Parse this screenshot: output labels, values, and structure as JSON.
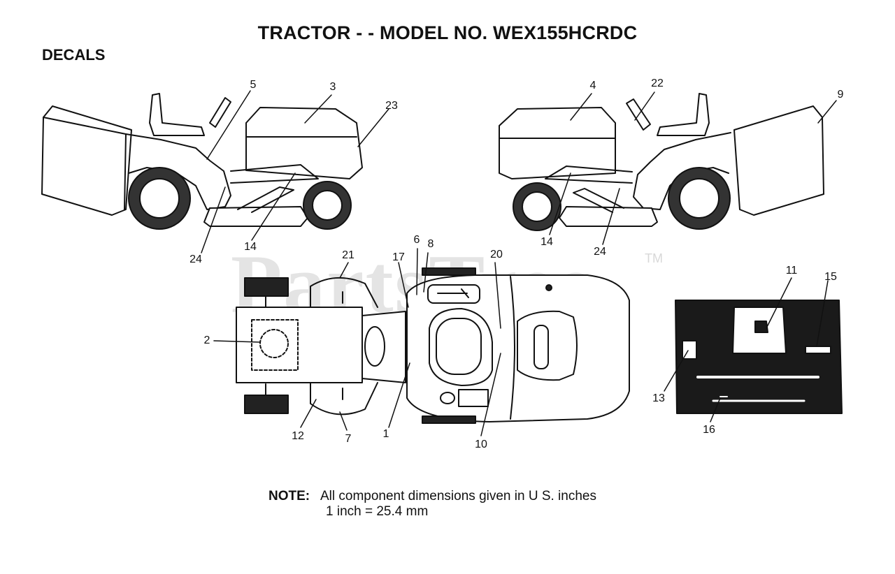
{
  "title": "TRACTOR - - MODEL NO. WEX155HCRDC",
  "section": "DECALS",
  "watermark": "PartsTree",
  "watermark_tm": "TM",
  "note": {
    "label": "NOTE:",
    "line1": "All component dimensions given in U S. inches",
    "line2": "1 inch = 25.4 mm"
  },
  "callouts": {
    "c1": "1",
    "c2": "2",
    "c3": "3",
    "c4": "4",
    "c5": "5",
    "c6": "6",
    "c7": "7",
    "c8": "8",
    "c9": "9",
    "c10": "10",
    "c11": "11",
    "c12": "12",
    "c13": "13",
    "c14a": "14",
    "c14b": "14",
    "c15": "15",
    "c16": "16",
    "c17": "17",
    "c20": "20",
    "c21": "21",
    "c22": "22",
    "c23": "23",
    "c24a": "24",
    "c24b": "24"
  }
}
